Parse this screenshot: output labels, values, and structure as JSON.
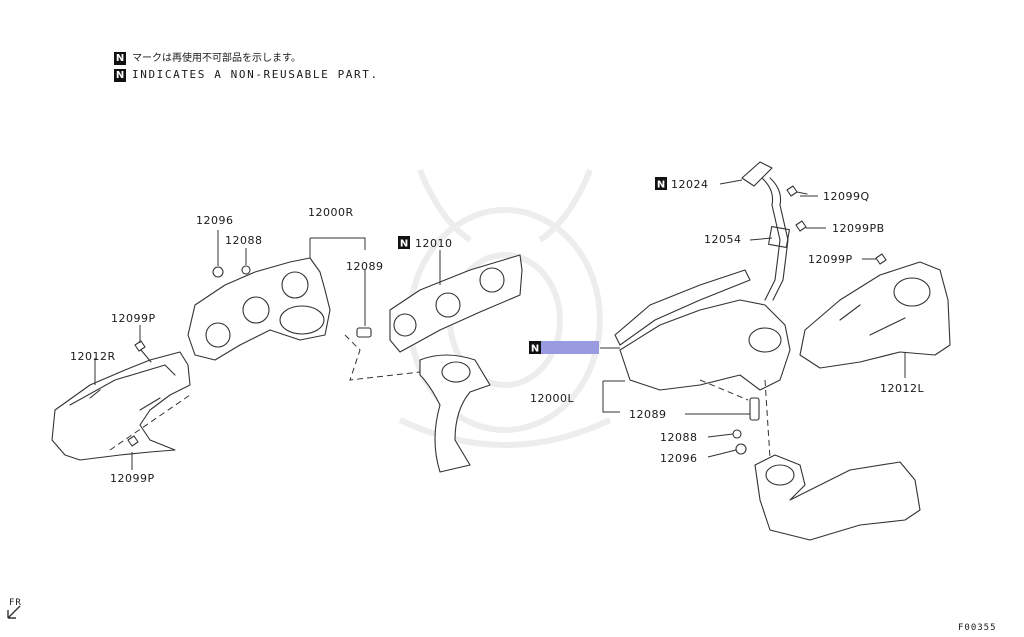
{
  "notes": {
    "jp": "マークは再使用不可部品を示します。",
    "en": "INDICATES A NON-REUSABLE PART.",
    "symbol": "N"
  },
  "labels": {
    "p12096_l": "12096",
    "p12088_l": "12088",
    "p12000R": "12000R",
    "p12089_l": "12089",
    "p12010": "12010",
    "p12099P_l1": "12099P",
    "p12012R": "12012R",
    "p12099P_l2": "12099P",
    "p12024": "12024",
    "p12099Q": "12099Q",
    "p12054": "12054",
    "p12099PB": "12099PB",
    "p12099P_r": "12099P",
    "p12012L": "12012L",
    "p12000L": "12000L",
    "p12089_r": "12089",
    "p12088_r": "12088",
    "p12096_r": "12096"
  },
  "footer": {
    "direction": "FR",
    "code": "F00355"
  },
  "colors": {
    "line": "#333333",
    "highlight": "#9a9ae0",
    "watermark": "#ededed"
  }
}
